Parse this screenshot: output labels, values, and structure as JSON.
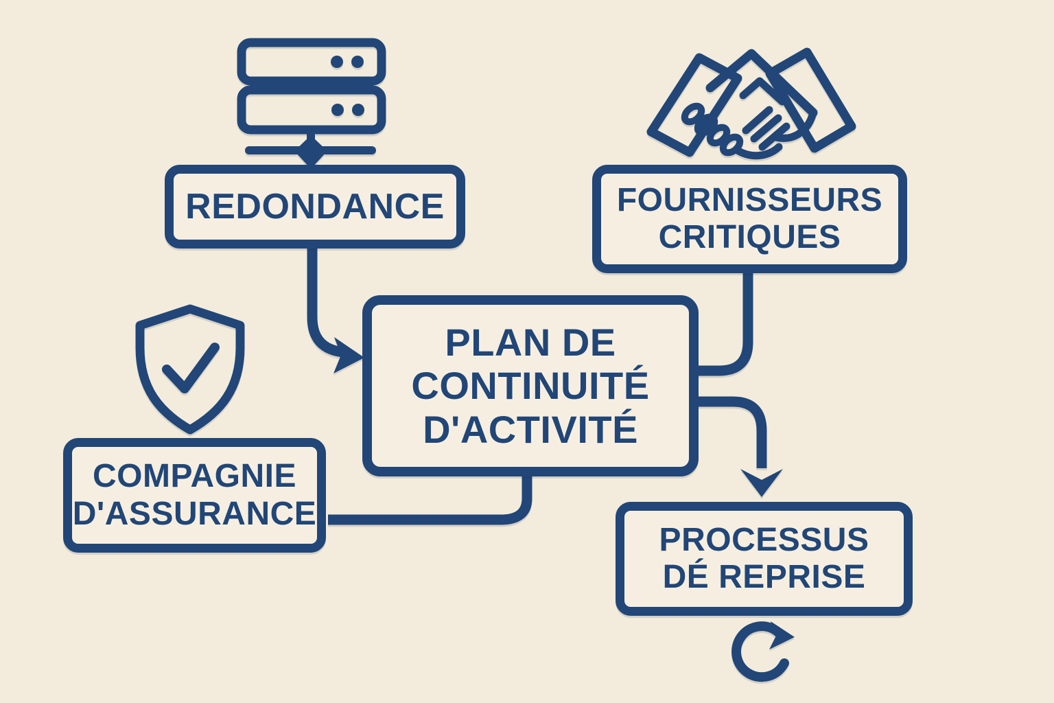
{
  "diagram": {
    "title": "Plan de continuité d'activité",
    "colors": {
      "ink": "#214677",
      "background": "#f3ecdc",
      "box_fill": "#f6efe1"
    },
    "nodes": {
      "redondance": {
        "label": "REDONDANCE",
        "icon": "server-icon"
      },
      "fournisseurs": {
        "lines": [
          "FOURNISSEURS",
          "CRITIQUES"
        ],
        "icon": "handshake-icon"
      },
      "plan": {
        "lines": [
          "PLAN DE",
          "CONTINUITÉ",
          "D'ACTIVITÉ"
        ]
      },
      "assurance": {
        "lines": [
          "COMPAGNIE",
          "D'ASSURANCE"
        ],
        "icon": "shield-check-icon"
      },
      "reprise": {
        "lines": [
          "PROCESSUS",
          "DÉ REPRISE"
        ],
        "icon": "refresh-icon"
      }
    },
    "edges": [
      {
        "from": "redondance",
        "to": "plan",
        "arrow": true
      },
      {
        "from": "fournisseurs",
        "to": "plan",
        "arrow": false
      },
      {
        "from": "plan",
        "to": "reprise",
        "arrow": true
      },
      {
        "from": "assurance",
        "to": "plan",
        "arrow": false
      }
    ]
  }
}
